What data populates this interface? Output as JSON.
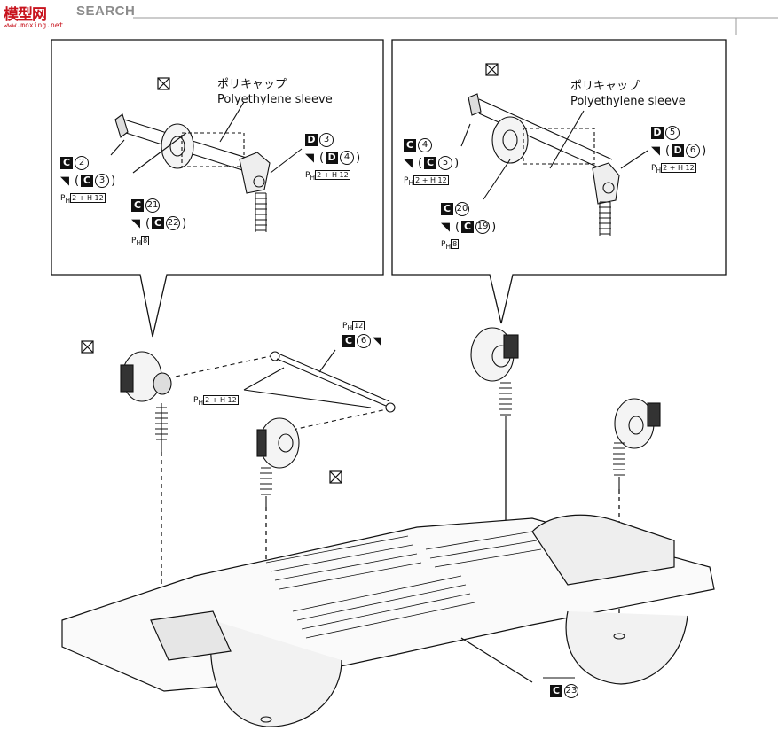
{
  "header": {
    "logo_text": "模型网",
    "logo_sub": "www.moxing.net",
    "search_text": "SEARCH"
  },
  "callouts": {
    "left": {
      "poly_jp": "ポリキャップ",
      "poly_en": "Polyethylene sleeve",
      "c1": {
        "letter": "C",
        "num": "2"
      },
      "c1_cut": {
        "letter": "C",
        "num": "3"
      },
      "c1_note": "2 + H 12",
      "c2": {
        "letter": "C",
        "num": "21"
      },
      "c2_cut": {
        "letter": "C",
        "num": "22"
      },
      "c2_note": "8",
      "d1": {
        "letter": "D",
        "num": "3"
      },
      "d1_cut": {
        "letter": "D",
        "num": "4"
      },
      "d1_note": "2 + H 12"
    },
    "right": {
      "poly_jp": "ポリキャップ",
      "poly_en": "Polyethylene sleeve",
      "c1": {
        "letter": "C",
        "num": "4"
      },
      "c1_cut": {
        "letter": "C",
        "num": "5"
      },
      "c1_note": "2 + H 12",
      "c2": {
        "letter": "C",
        "num": "20"
      },
      "c2_cut": {
        "letter": "C",
        "num": "19"
      },
      "c2_note": "8",
      "d1": {
        "letter": "D",
        "num": "5"
      },
      "d1_cut": {
        "letter": "D",
        "num": "6"
      },
      "d1_note": "2 + H 12"
    }
  },
  "main": {
    "rod_note_top": "12",
    "rod_part": {
      "letter": "C",
      "num": "6"
    },
    "rod_joint_note": "2 + H 12",
    "chassis_part": {
      "letter": "C",
      "num": "23"
    }
  },
  "labels": {
    "ph": "P",
    "ph_sub": "H",
    "open": "(",
    "close": ")"
  },
  "colors": {
    "ink": "#111111",
    "logo_red": "#c8141e",
    "search_gray": "#8c8c8c"
  }
}
